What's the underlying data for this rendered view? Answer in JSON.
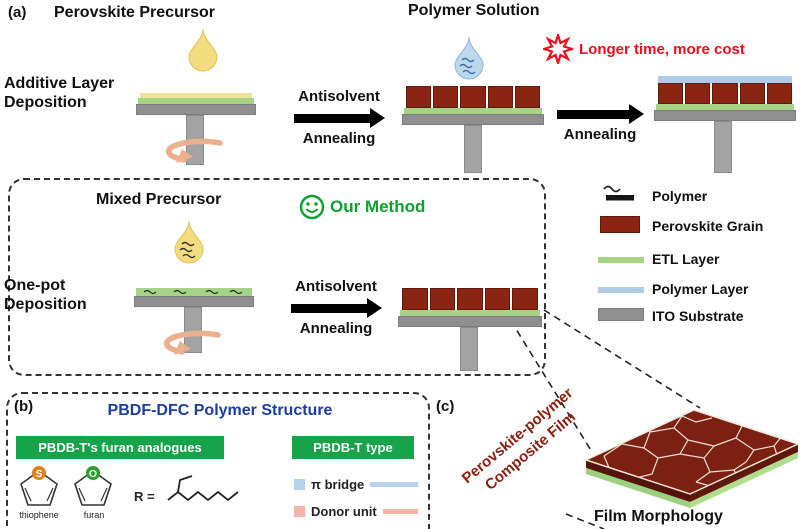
{
  "colors": {
    "perovskite": "#8a2413",
    "etl_green": "#a6d386",
    "polymer_blue": "#aecbe8",
    "ito_gray": "#8f8f8f",
    "warning_red": "#e8101c",
    "method_green": "#0aa12e",
    "title_navy": "#1b3e9e",
    "banner_green": "#16a34a",
    "spin_arrow_pink": "#ebb18e"
  },
  "a": {
    "tag": "(a)",
    "perovskite_precursor": "Perovskite Precursor",
    "polymer_solution": "Polymer Solution",
    "warning": "Longer time, more cost",
    "additive_label": "Additive Layer\nDeposition",
    "antisolvent1": "Antisolvent",
    "annealing1": "Annealing",
    "annealing2": "Annealing",
    "mixed_precursor": "Mixed Precursor",
    "our_method": "Our Method",
    "onepot_label": "One-pot\nDeposition",
    "antisolvent2": "Antisolvent",
    "annealing3": "Annealing"
  },
  "legend": {
    "polymer": "Polymer",
    "perovskite_grain": "Perovskite Grain",
    "etl": "ETL Layer",
    "polymer_layer": "Polymer Layer",
    "ito": "ITO Substrate"
  },
  "b": {
    "tag": "(b)",
    "title": "PBDF-DFC Polymer Structure",
    "banner_left": "PBDB-T's furan analogues",
    "banner_right": "PBDB-T type",
    "atom_s": "S",
    "atom_o": "O",
    "thiophene": "thiophene",
    "furan": "furan",
    "r_eq": "R =",
    "pi_bridge": "π bridge",
    "donor_unit": "Donor unit"
  },
  "c": {
    "tag": "(c)",
    "rot_title": "Perovskite-polymer\nComposite Film",
    "morphology": "Film Morphology"
  }
}
